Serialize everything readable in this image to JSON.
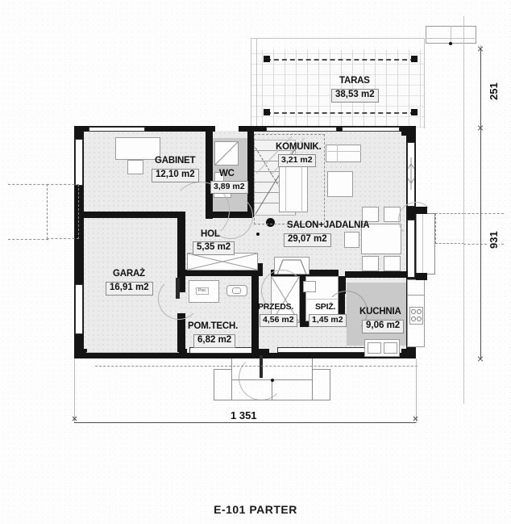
{
  "document": {
    "title": "E-101 PARTER",
    "drawing_type": "floor-plan",
    "level_label": "PARTER"
  },
  "dimensions": {
    "overall_width": "1 351",
    "right_upper": "251",
    "right_lower": "931"
  },
  "rooms": [
    {
      "key": "gabinet",
      "name": "GABINET",
      "area": "12,10 m2",
      "fill": "light"
    },
    {
      "key": "wc",
      "name": "WC",
      "area": "3,89 m2",
      "fill": "dark"
    },
    {
      "key": "komunik",
      "name": "KOMUNIK.",
      "area": "3,21 m2",
      "fill": "light"
    },
    {
      "key": "hol",
      "name": "HOL",
      "area": "5,35 m2",
      "fill": "light"
    },
    {
      "key": "salon",
      "name": "SALON+JADALNIA",
      "area": "29,07 m2",
      "fill": "light"
    },
    {
      "key": "garaz",
      "name": "GARAŻ",
      "area": "16,91 m2",
      "fill": "light"
    },
    {
      "key": "pomtech",
      "name": "POM.TECH.",
      "area": "6,82 m2",
      "fill": "light"
    },
    {
      "key": "przeds",
      "name": "PRZEDS.",
      "area": "4,56 m2",
      "fill": "light"
    },
    {
      "key": "spiz",
      "name": "SPIŻ.",
      "area": "1,45 m2",
      "fill": "light"
    },
    {
      "key": "kuchnia",
      "name": "KUCHNIA",
      "area": "9,06 m2",
      "fill": "dark"
    },
    {
      "key": "taras",
      "name": "TARAS",
      "area": "38,53 m2",
      "fill": "terrace"
    }
  ],
  "annotations": {
    "boiler_label": "Piec"
  },
  "colors": {
    "wall": "#141414",
    "room_light": "#ebebeb",
    "room_dark": "#c9c9c9",
    "paper": "#fdfdfd",
    "dimension": "#4d4d4d",
    "text": "#111111"
  }
}
